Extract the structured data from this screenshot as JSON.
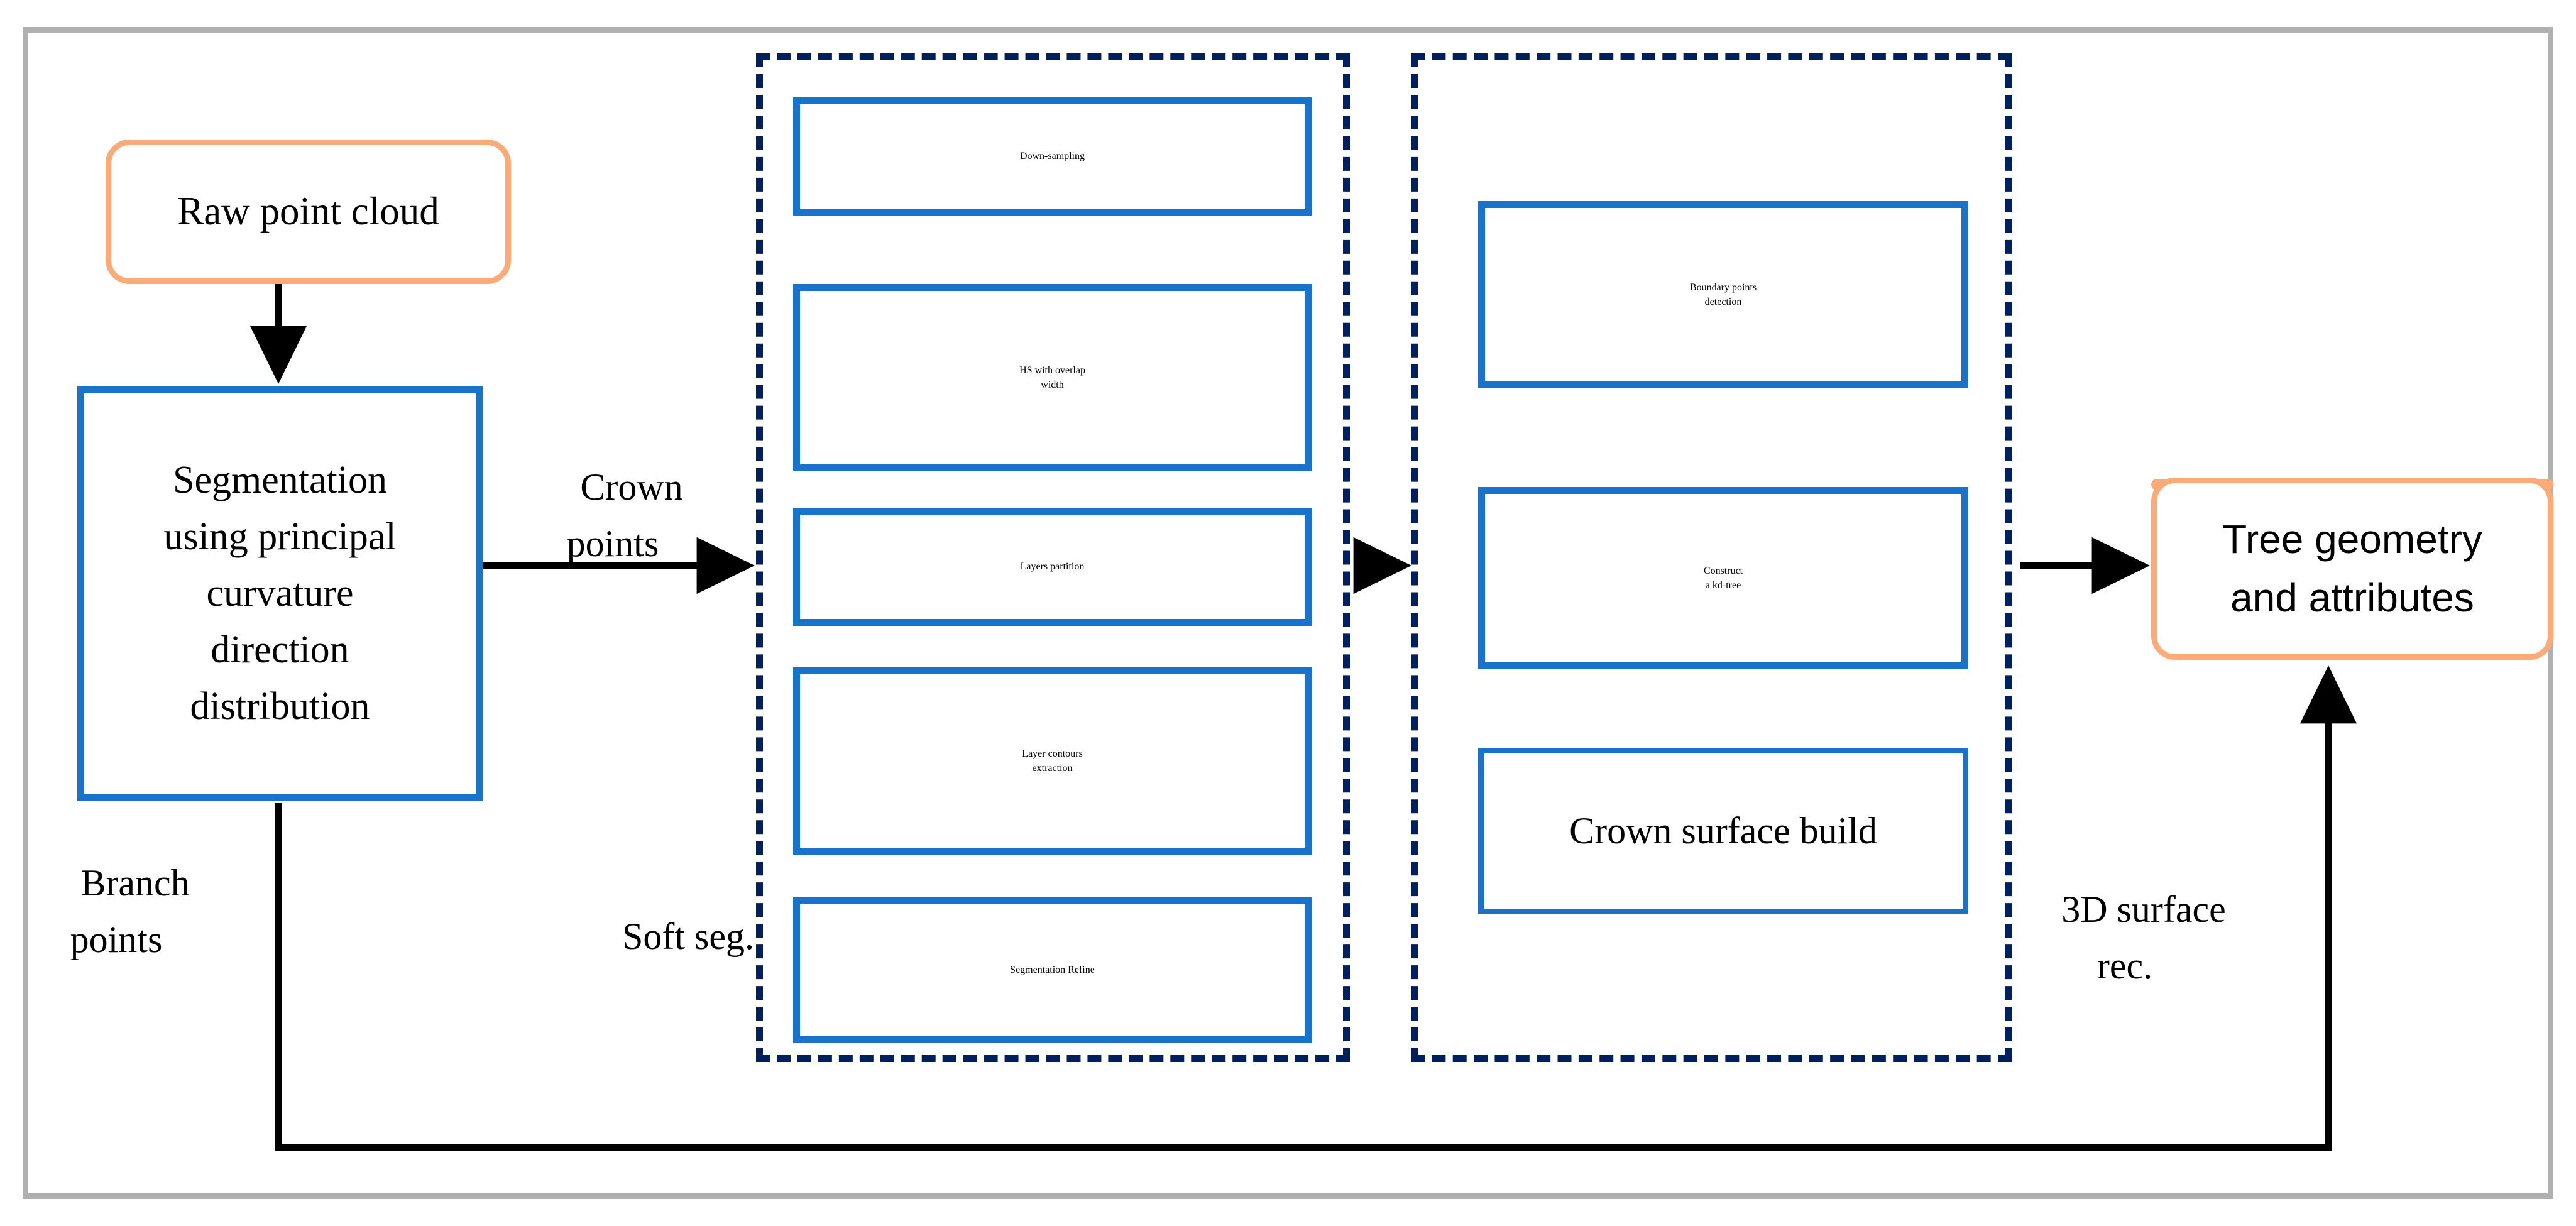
{
  "diagram": {
    "title": "Tree point cloud processing pipeline flowchart",
    "colors": {
      "frame_border": "#b0b0b0",
      "terminal_box_border": "#fcaa78",
      "process_box_border": "#1a73cb",
      "group_box_border": "#001f5e",
      "arrow": "#000000"
    },
    "terminals": {
      "input": "Raw point cloud",
      "output": "Tree geometry\nand attributes"
    },
    "main_process": "Segmentation\nusing principal\ncurvature\ndirection\ndistribution",
    "groups": [
      {
        "name": "soft-segmentation-group",
        "steps": [
          "Down-sampling",
          "HS with overlap\nwidth",
          "Layers partition",
          "Layer contours\nextraction",
          "Segmentation Refine"
        ]
      },
      {
        "name": "surface-reconstruction-group",
        "steps": [
          "Boundary points\ndetection",
          "Construct\na kd-tree",
          "Crown surface build"
        ]
      }
    ],
    "edge_labels": {
      "crown_points": "Crown\npoints",
      "branch_points": "Branch\npoints",
      "soft_seg": "Soft seg.",
      "surface_rec": "3D surface\nrec."
    }
  }
}
